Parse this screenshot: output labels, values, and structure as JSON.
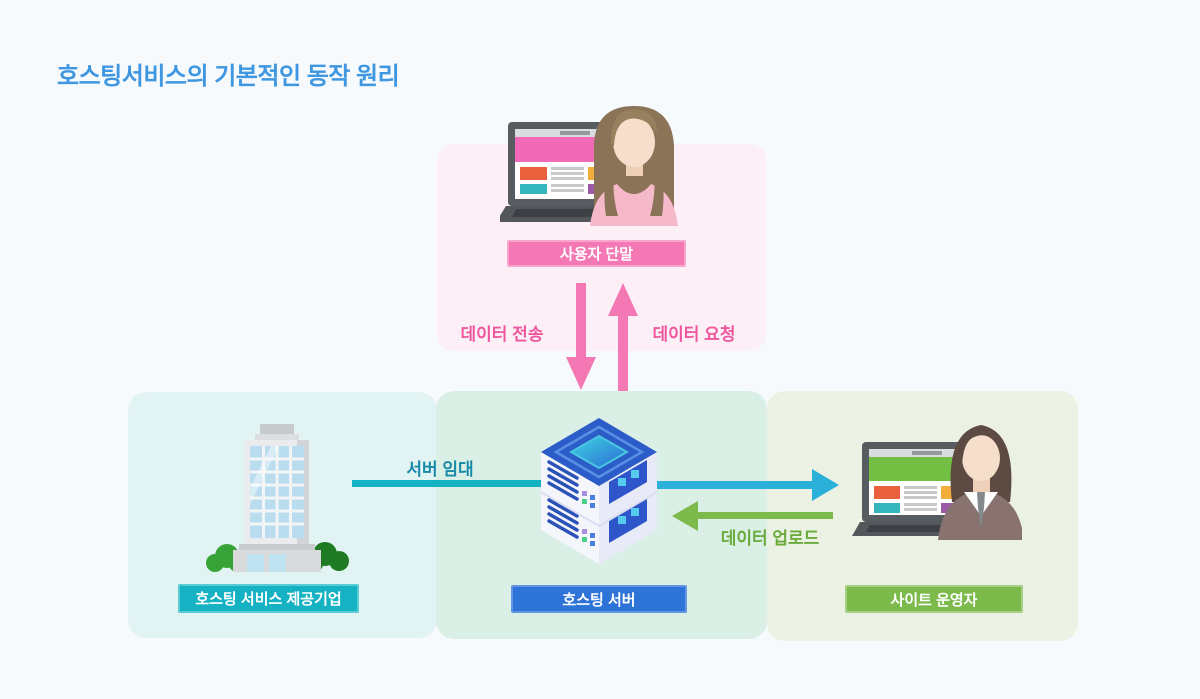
{
  "page": {
    "title": "호스팅서비스의 기본적인 동작 원리"
  },
  "nodes": {
    "user_terminal": {
      "label": "사용자 단말",
      "color": "#f478b4",
      "zone_bg": "#fcf0f6"
    },
    "hosting_provider": {
      "label": "호스팅 서비스 제공기업",
      "color": "#14b2c3",
      "zone_bg": "#e1f3f3"
    },
    "hosting_server": {
      "label": "호스팅 서버",
      "color": "#2e73d8",
      "zone_bg": "#daefe5"
    },
    "site_operator": {
      "label": "사이트 운영자",
      "color": "#7cba4b",
      "zone_bg": "#ebf2e3"
    }
  },
  "flows": {
    "data_send": {
      "label": "데이터 전송",
      "from": "user_terminal",
      "to": "hosting_server",
      "direction": "down",
      "color": "#f478b4"
    },
    "data_request": {
      "label": "데이터 요청",
      "from": "hosting_server",
      "to": "user_terminal",
      "direction": "up",
      "color": "#f478b4"
    },
    "server_lease": {
      "label": "서버 임대",
      "from": "hosting_provider",
      "to": "hosting_server",
      "direction": "right",
      "color": "#14b2c3"
    },
    "server_to_operator": {
      "label": "",
      "from": "hosting_server",
      "to": "site_operator",
      "direction": "right",
      "color": "#2bb0da"
    },
    "data_upload": {
      "label": "데이터 업로드",
      "from": "site_operator",
      "to": "hosting_server",
      "direction": "left",
      "color": "#7cba4b"
    }
  },
  "colors": {
    "page_bg": "#f7fafd",
    "title": "#3e97e0"
  },
  "icons": {
    "user": "woman-with-laptop-icon",
    "provider": "office-building-icon",
    "server": "server-stack-icon",
    "operator": "man-with-laptop-icon"
  }
}
